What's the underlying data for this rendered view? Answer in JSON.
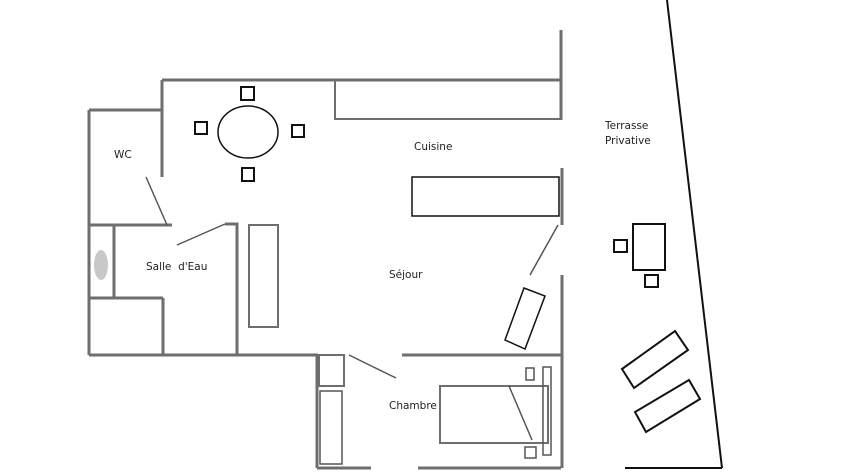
{
  "plan": {
    "rooms": {
      "wc": "WC",
      "cuisine": "Cuisine",
      "terrasse_line1": "Terrasse",
      "terrasse_line2": "Privative",
      "salle_eau": "Salle  d'Eau",
      "sejour": "Séjour",
      "chambre": "Chambre"
    },
    "colors": {
      "wall": "#6e6e6e",
      "furniture": "#111111",
      "basin": "#c8c8c8"
    }
  }
}
